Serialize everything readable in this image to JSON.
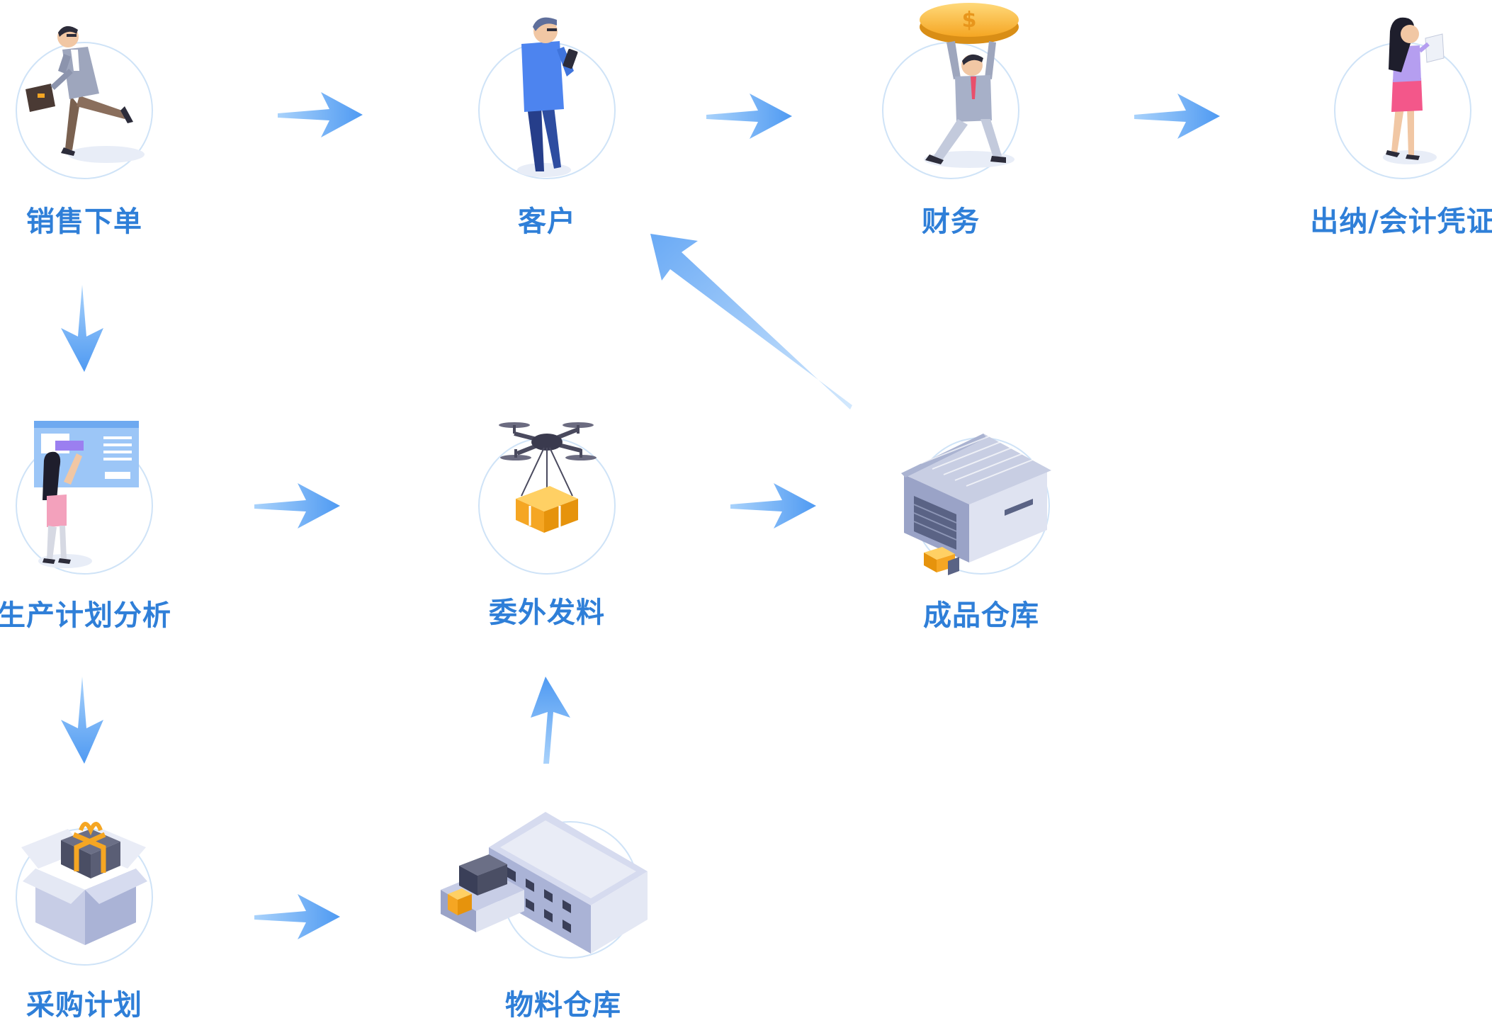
{
  "colors": {
    "label": "#2f7fd8",
    "arrow": "#5aa5f5",
    "ring": "#cfe3f7",
    "accent_orange": "#f5a623",
    "person_blue": "#4a86e8"
  },
  "nodes": {
    "sales_order": {
      "label": "销售下单",
      "icon": "businessman-running-icon"
    },
    "customer": {
      "label": "客户",
      "icon": "customer-with-phone-icon"
    },
    "finance": {
      "label": "财务",
      "icon": "man-lifting-coin-icon"
    },
    "cashier": {
      "label": "出纳/会计凭证",
      "icon": "woman-writing-notes-icon"
    },
    "production_plan": {
      "label": "生产计划分析",
      "icon": "woman-at-dashboard-icon"
    },
    "outsourcing": {
      "label": "委外发料",
      "icon": "drone-delivery-icon"
    },
    "finished_warehouse": {
      "label": "成品仓库",
      "icon": "warehouse-icon"
    },
    "purchase_plan": {
      "label": "采购计划",
      "icon": "open-gift-box-icon"
    },
    "material_warehouse": {
      "label": "物料仓库",
      "icon": "factory-building-icon"
    }
  },
  "edges": [
    {
      "from": "sales_order",
      "to": "customer"
    },
    {
      "from": "customer",
      "to": "finance"
    },
    {
      "from": "finance",
      "to": "cashier"
    },
    {
      "from": "sales_order",
      "to": "production_plan"
    },
    {
      "from": "production_plan",
      "to": "outsourcing"
    },
    {
      "from": "outsourcing",
      "to": "finished_warehouse"
    },
    {
      "from": "finished_warehouse",
      "to": "customer"
    },
    {
      "from": "production_plan",
      "to": "purchase_plan"
    },
    {
      "from": "purchase_plan",
      "to": "material_warehouse"
    },
    {
      "from": "material_warehouse",
      "to": "outsourcing"
    }
  ]
}
